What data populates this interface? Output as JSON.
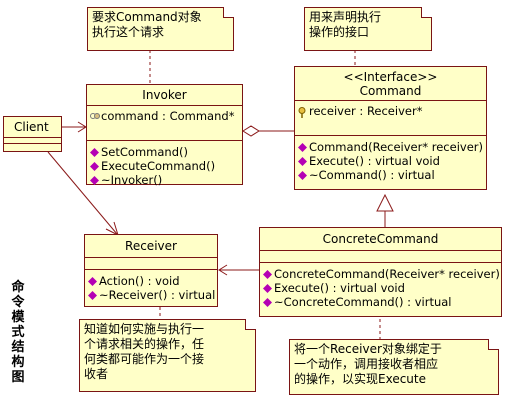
{
  "colors": {
    "class_fill": "#ffffc8",
    "class_border": "#7a1414",
    "line": "#8b1a1a",
    "operation_icon": "#b400b4"
  },
  "client": {
    "title": "Client"
  },
  "invoker": {
    "title": "Invoker",
    "attribute": "command : Command*",
    "operations": [
      "SetCommand()",
      "ExecuteCommand()",
      "~Invoker()"
    ]
  },
  "command": {
    "stereotype": "<<Interface>>",
    "title": "Command",
    "attribute": "receiver : Receiver*",
    "operations": [
      "Command(Receiver* receiver)",
      "Execute() : virtual void",
      "~Command() : virtual"
    ]
  },
  "receiver": {
    "title": "Receiver",
    "operations": [
      "Action() : void",
      "~Receiver() : virtual"
    ]
  },
  "concrete_command": {
    "title": "ConcreteCommand",
    "operations": [
      "ConcreteCommand(Receiver* receiver)",
      "Execute() : virtual void",
      "~ConcreteCommand() : virtual"
    ]
  },
  "notes": {
    "invoker_note": [
      "要求Command对象",
      "执行这个请求"
    ],
    "command_note": [
      "用来声明执行",
      "操作的接口"
    ],
    "receiver_note": [
      "知道如何实施与执行一",
      "个请求相关的操作，任",
      "何类都可能作为一个接",
      "收者"
    ],
    "concrete_note": [
      "将一个Receiver对象绑定于",
      "一个动作，调用接收者相应",
      "的操作，以实现Execute"
    ]
  },
  "side_title": [
    "命",
    "令",
    "模",
    "式",
    "结",
    "构",
    "图"
  ]
}
